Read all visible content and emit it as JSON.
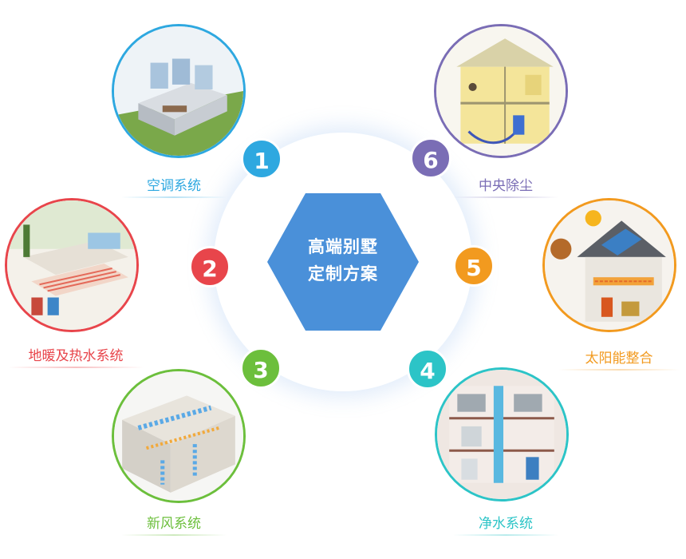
{
  "center": {
    "line1": "高端别墅",
    "line2": "定制方案",
    "color": "#4a90d9"
  },
  "nodes": [
    {
      "number": "1",
      "label": "空调系统",
      "color": "#2ea8e0"
    },
    {
      "number": "2",
      "label": "地暖及热水系统",
      "color": "#e8454b"
    },
    {
      "number": "3",
      "label": "新风系统",
      "color": "#6cbf3c"
    },
    {
      "number": "4",
      "label": "净水系统",
      "color": "#2cc4c7"
    },
    {
      "number": "5",
      "label": "太阳能整合",
      "color": "#f29a1f"
    },
    {
      "number": "6",
      "label": "中央除尘",
      "color": "#7a6db5"
    }
  ]
}
